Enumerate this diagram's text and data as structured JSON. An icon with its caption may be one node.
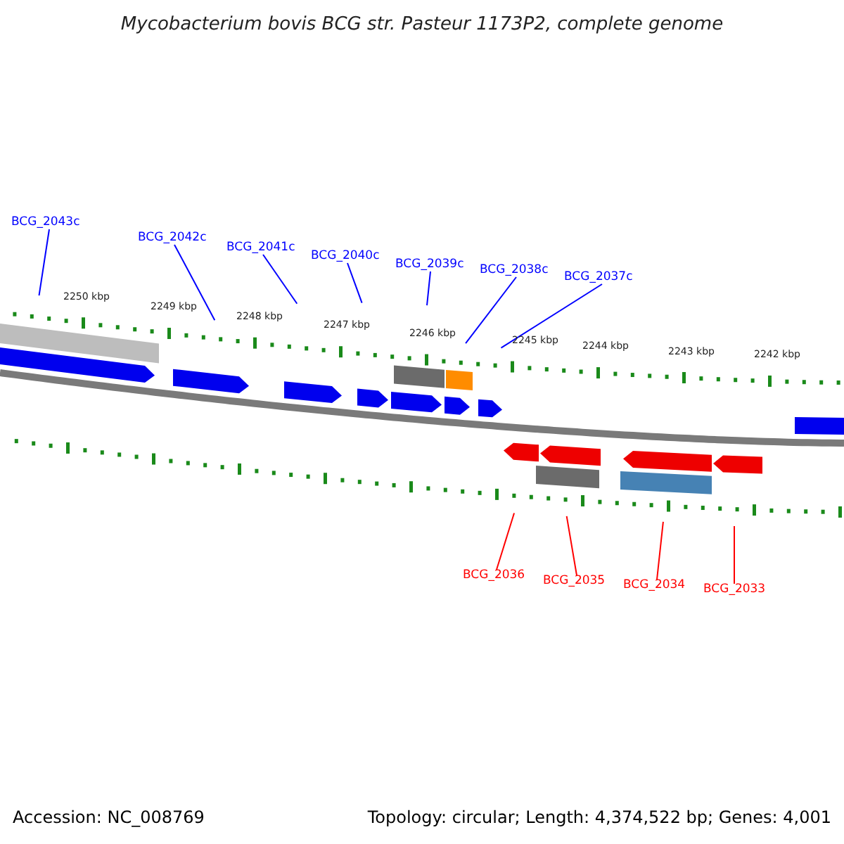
{
  "diagram": {
    "title": "Mycobacterium bovis BCG str. Pasteur 1173P2, complete genome",
    "nodes": [
      {
        "text": [
          "BCG_2043c"
        ]
      },
      {
        "text": [
          "BCG_2042c"
        ]
      },
      {
        "text": [
          "BCG_2041c"
        ]
      },
      {
        "text": [
          "BCG_2040c"
        ]
      },
      {
        "text": [
          "BCG_2039c"
        ]
      },
      {
        "text": [
          "BCG_2038c"
        ]
      },
      {
        "text": [
          "BCG_2037c"
        ]
      },
      {
        "text": [
          "BCG_2036"
        ]
      },
      {
        "text": [
          "BCG_2035"
        ]
      },
      {
        "text": [
          "BCG_2034"
        ]
      },
      {
        "text": [
          "BCG_2033"
        ]
      }
    ],
    "edges": [
      {
        "from": 0,
        "to": null,
        "arrow": "none"
      },
      {
        "from": 1,
        "to": null,
        "arrow": "none"
      },
      {
        "from": 2,
        "to": null,
        "arrow": "none"
      },
      {
        "from": 3,
        "to": null,
        "arrow": "none"
      },
      {
        "from": 4,
        "to": null,
        "arrow": "none"
      },
      {
        "from": 5,
        "to": null,
        "arrow": "none"
      },
      {
        "from": 6,
        "to": null,
        "arrow": "none"
      },
      {
        "from": 7,
        "to": null,
        "arrow": "none",
        "color": "#ff0000"
      },
      {
        "from": 8,
        "to": null,
        "arrow": "none",
        "color": "#ff0000"
      },
      {
        "from": 9,
        "to": null,
        "arrow": "none",
        "color": "#ff0000"
      },
      {
        "from": 10,
        "to": null,
        "arrow": "none",
        "color": "#ff0000"
      }
    ],
    "labels": [
      "2250 kbp",
      "2249 kbp",
      "2248 kbp",
      "2247 kbp",
      "2246 kbp",
      "2245 kbp",
      "2244 kbp",
      "2243 kbp",
      "2242 kbp",
      "Accession: NC_008769",
      "Topology: circular; Length: 4,374,522 bp; Genes: 4,001"
    ]
  }
}
